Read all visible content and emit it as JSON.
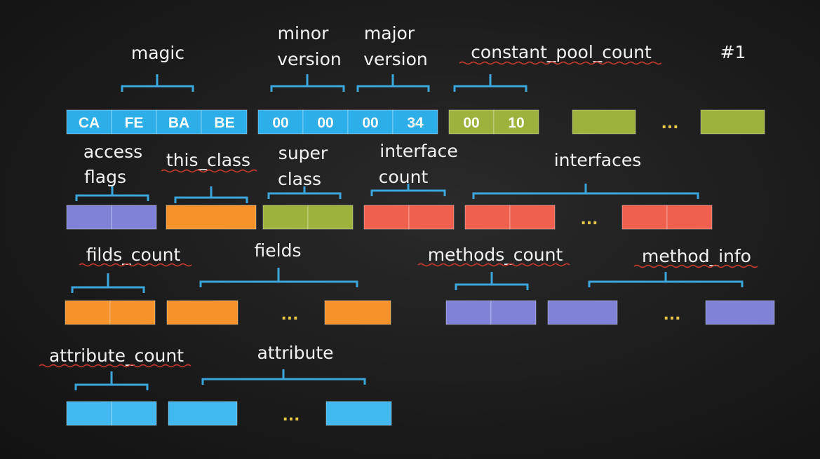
{
  "labels": {
    "magic": "magic",
    "minor": [
      "minor",
      "version"
    ],
    "major": [
      "major",
      "version"
    ],
    "constant_pool_count": "constant_pool_count",
    "entry": "#1",
    "access_flags": [
      "access",
      "flags"
    ],
    "this_class": "this_class",
    "super_class": [
      "super",
      "class"
    ],
    "interface_count": [
      "interface",
      "count"
    ],
    "interfaces": "interfaces",
    "fields_count": "filds_count",
    "fields": "fields",
    "methods_count": "methods_count",
    "method_info": "method_info",
    "attribute_count": "attribute_count",
    "attribute": "attribute"
  },
  "bytes": {
    "magic": [
      "CA",
      "FE",
      "BA",
      "BE"
    ],
    "minor": [
      "00",
      "00"
    ],
    "major": [
      "00",
      "34"
    ],
    "constant_pool_count": [
      "00",
      "10"
    ]
  },
  "ellipsis": "...",
  "colors": {
    "blue": "#2daee8",
    "olive": "#9db23c",
    "purple": "#7f82d6",
    "orange": "#f5922a",
    "red": "#f0604e",
    "cyan": "#41b9f0",
    "brace": "#3aa6dc",
    "text": "#f2f2f2",
    "ellipsis": "#e8c64a"
  }
}
